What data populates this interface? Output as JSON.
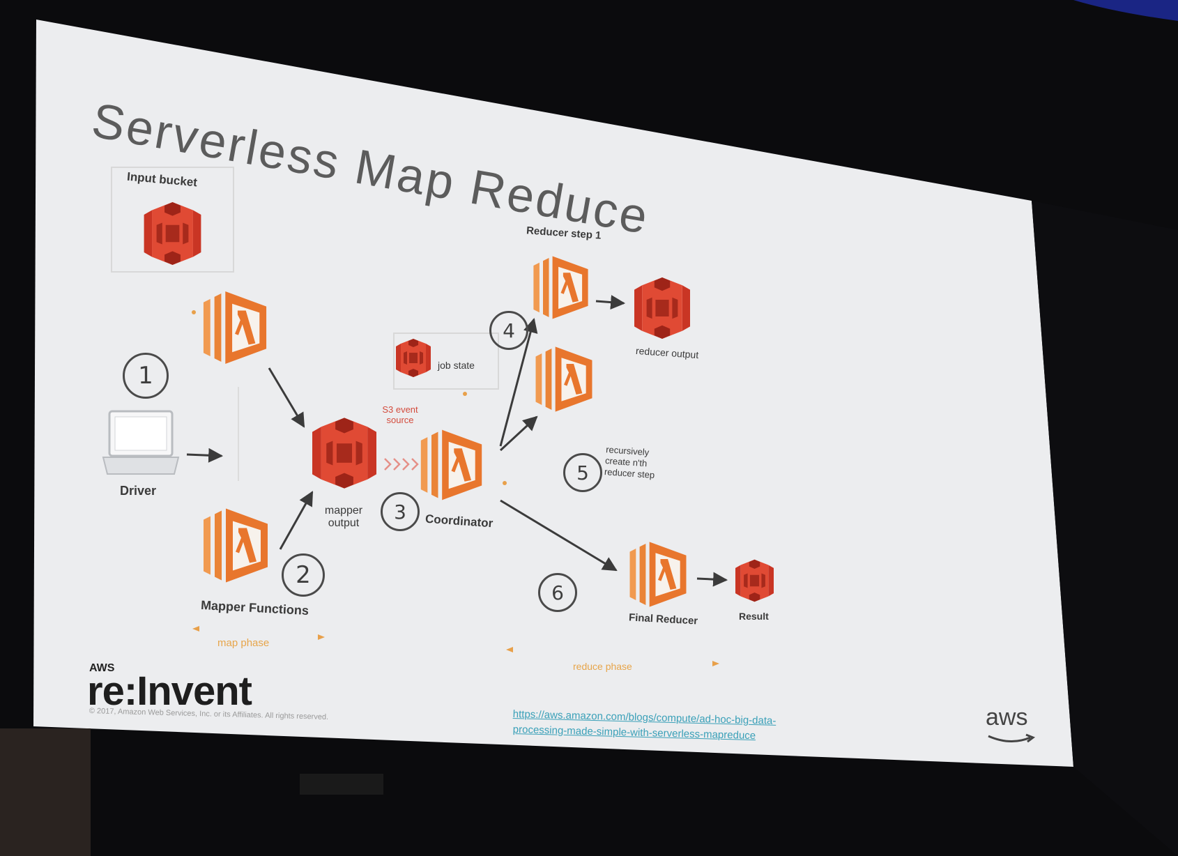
{
  "slide": {
    "title": "Serverless Map Reduce",
    "labels": {
      "input_bucket": "Input bucket",
      "driver": "Driver",
      "mapper_output": "mapper output",
      "s3_event_source": "S3 event source",
      "job_state": "job state",
      "coordinator": "Coordinator",
      "reducer_step": "Reducer step 1",
      "reducer_output": "reducer output",
      "recursive_note": "recursively create n'th reducer step",
      "mapper_functions": "Mapper Functions",
      "map_phase": "map phase",
      "final_reducer": "Final Reducer",
      "result": "Result",
      "reduce_phase": "reduce phase"
    },
    "steps": [
      "1",
      "2",
      "3",
      "4",
      "5",
      "6"
    ],
    "footer": {
      "brand_small": "AWS",
      "brand": "re:Invent",
      "copyright": "© 2017, Amazon Web Services, Inc. or its Affiliates. All rights reserved.",
      "url_line1": "https://aws.amazon.com/blogs/compute/ad-hoc-big-data-",
      "url_line2": "processing-made-simple-with-serverless-mapreduce",
      "aws_logo": "aws"
    }
  },
  "icons": {
    "s3": "s3-bucket-icon",
    "lambda": "lambda-function-icon",
    "laptop": "laptop-icon"
  },
  "colors": {
    "lambda": "#e8762d",
    "s3": "#d9412b",
    "slide": "#ecedef",
    "background": "#0b0b0d",
    "link": "#3aa0b8"
  }
}
